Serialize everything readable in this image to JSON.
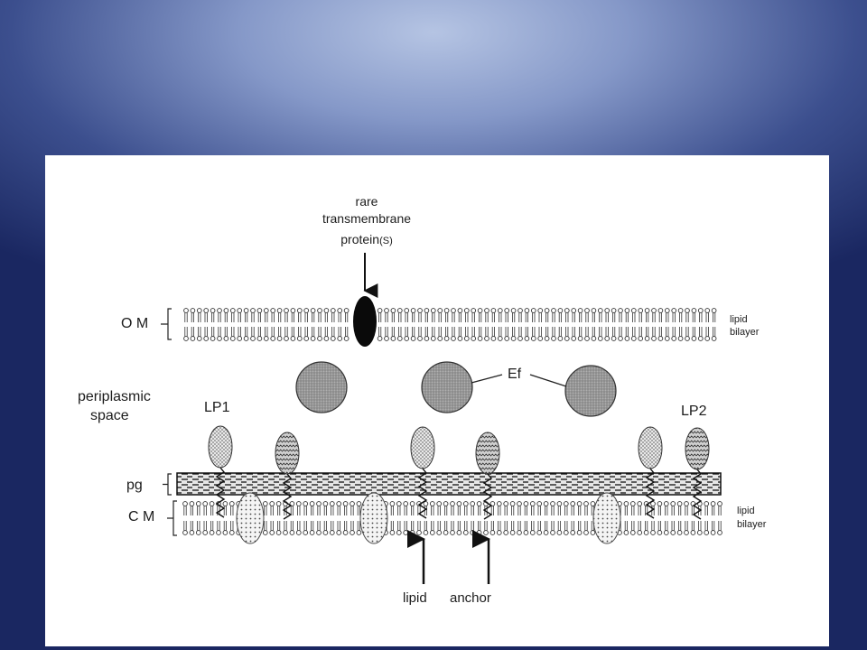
{
  "diagram": {
    "labels": {
      "rare_line1": "rare",
      "rare_line2": "transmembrane",
      "rare_line3": "protein",
      "rare_suffix": "(S)",
      "om": "O M",
      "om_lipid_line1": "lipid",
      "om_lipid_line2": "bilayer",
      "periplasmic_line1": "periplasmic",
      "periplasmic_line2": "space",
      "ef": "Ef",
      "lp1": "LP1",
      "lp2": "LP2",
      "pg": "pg",
      "cm": "C M",
      "cm_lipid_line1": "lipid",
      "cm_lipid_line2": "bilayer",
      "lipid": "lipid",
      "anchor": "anchor"
    }
  }
}
